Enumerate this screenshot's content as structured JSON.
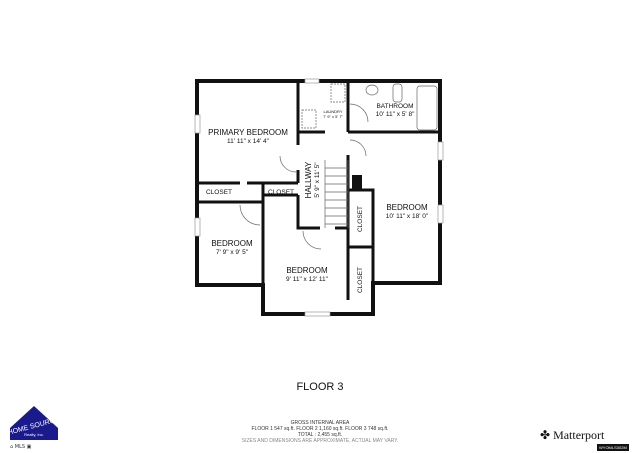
{
  "rooms": {
    "primary_bedroom": {
      "name": "PRIMARY BEDROOM",
      "size": "11' 11\" x 14' 4\""
    },
    "laundry": {
      "name": "LAUNDRY",
      "size": "7' 9\" x 5' 7\""
    },
    "bathroom": {
      "name": "BATHROOM",
      "size": "10' 11\" x 5' 8\""
    },
    "hallway": {
      "name": "HALLWAY",
      "size": "5' 9\" x 11' 5\""
    },
    "bedroom_right": {
      "name": "BEDROOM",
      "size": "10' 11\" x 18' 0\""
    },
    "bedroom_left": {
      "name": "BEDROOM",
      "size": "7' 9\" x 9' 5\""
    },
    "bedroom_bottom": {
      "name": "BEDROOM",
      "size": "9' 11\" x 12' 11\""
    },
    "closet_1": "CLOSET",
    "closet_2": "CLOSET",
    "closet_3": "CLOSET",
    "closet_4": "CLOSET"
  },
  "floor_label": "FLOOR 3",
  "area": {
    "title": "GROSS INTERNAL AREA",
    "floors": "FLOOR 1 547 sq.ft.   FLOOR 2 1,160 sq.ft.   FLOOR 3 748 sq.ft.",
    "total": "TOTAL :  2,455 sq.ft.",
    "note": "SIZES AND DIMENSIONS ARE APPROXIMATE, ACTUAL MAY VARY."
  },
  "branding": {
    "realtor_logo": "HOME SOURCE Realty, Inc.",
    "matterport": "Matterport",
    "matterport_badge": "WYOMLS302M",
    "logo_color": "#1a1a8c"
  }
}
